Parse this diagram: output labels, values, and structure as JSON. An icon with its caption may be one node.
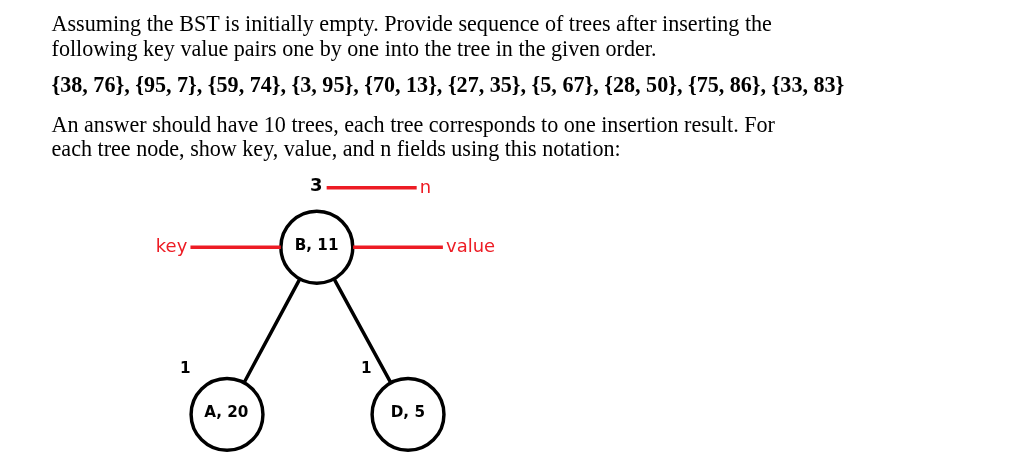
{
  "diagram": {
    "nodes": [
      {
        "text": [
          "3"
        ]
      },
      {
        "text": [
          "n"
        ]
      },
      {
        "text": [
          "key"
        ]
      },
      {
        "text": [
          "B, 11"
        ]
      },
      {
        "text": [
          "value"
        ]
      },
      {
        "text": [
          "A, 20"
        ],
        "beside": [
          "1"
        ]
      },
      {
        "text": [
          "D, 5"
        ],
        "beside": [
          "1"
        ]
      }
    ],
    "edges": [
      {
        "from": 0,
        "to": 1,
        "arrow": "none",
        "color": "#ed1c24"
      },
      {
        "from": 2,
        "to": 3,
        "arrow": "none",
        "color": "#ed1c24"
      },
      {
        "from": 3,
        "to": 4,
        "arrow": "none",
        "color": "#ed1c24"
      },
      {
        "from": 3,
        "to": 5,
        "arrow": "none",
        "color": "#000000"
      },
      {
        "from": 3,
        "to": 6,
        "arrow": "none",
        "color": "#000000"
      }
    ],
    "labels": [
      "Assuming the BST is initially empty. Provide sequence of trees after inserting the following key value pairs one by one into the tree in the given order.",
      "{38, 76}, {95, 7}, {59, 74}, {3, 95}, {70, 13}, {27, 35}, {5, 67}, {28, 50}, {75, 86}, {33, 83}",
      "An answer should have 10 trees, each tree corresponds to one insertion result. For each tree node, show key, value, and n fields using this notation:"
    ]
  }
}
